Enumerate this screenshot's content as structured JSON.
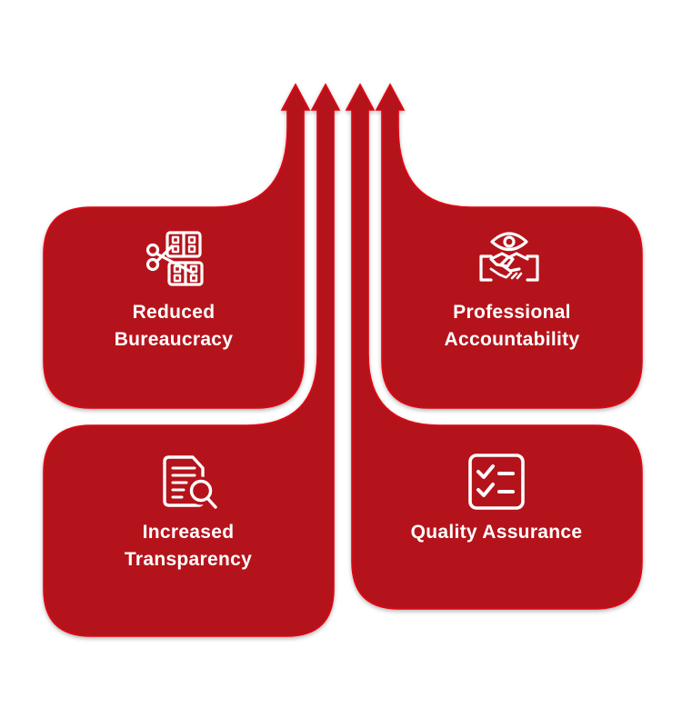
{
  "page": {
    "background_color": "#ffffff",
    "type": "benefits-flow-infographic"
  },
  "diagram": {
    "fill_color": "#b5131b",
    "edge_color": "#e20613",
    "text_color": "#ffffff",
    "icon_color": "#ffffff",
    "arrow_count": 4,
    "arrow_direction": "up",
    "boxes": [
      {
        "id": "reduced-bureaucracy",
        "position": "top-left",
        "icon": "scissors-cut-tape-icon",
        "label_line1": "Reduced",
        "label_line2": "Bureaucracy"
      },
      {
        "id": "professional-accountability",
        "position": "top-right",
        "icon": "eye-handshake-icon",
        "label_line1": "Professional",
        "label_line2": "Accountability"
      },
      {
        "id": "increased-transparency",
        "position": "bottom-left",
        "icon": "document-magnifier-icon",
        "label_line1": "Increased",
        "label_line2": "Transparency"
      },
      {
        "id": "quality-assurance",
        "position": "bottom-right",
        "icon": "checklist-icon",
        "label_line1": "Quality Assurance",
        "label_line2": ""
      }
    ]
  }
}
